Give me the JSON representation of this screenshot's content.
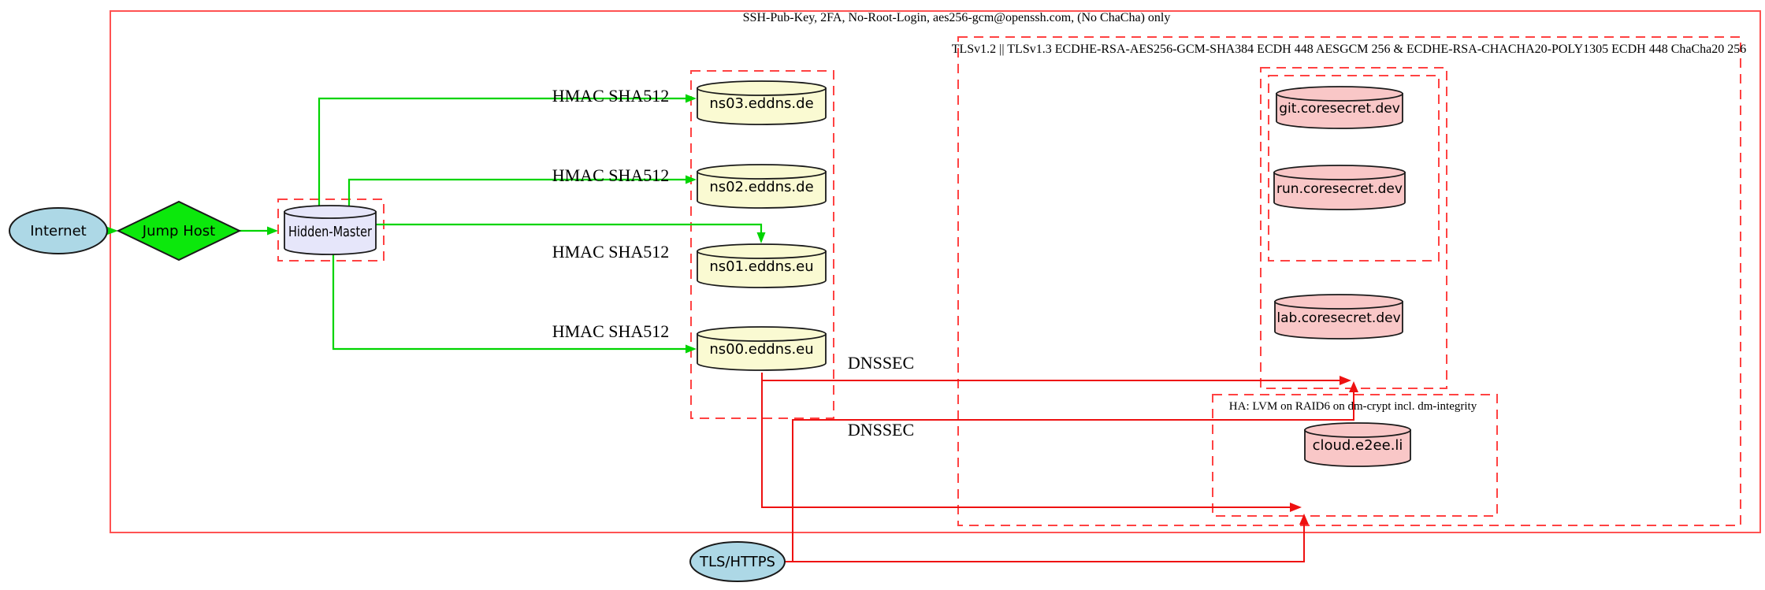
{
  "clusters": {
    "ssh": {
      "label": "SSH-Pub-Key, 2FA, No-Root-Login, aes256-gcm@openssh.com, (No ChaCha) only"
    },
    "tls": {
      "label": "TLSv1.2 || TLSv1.3 ECDHE-RSA-AES256-GCM-SHA384 ECDH 448 AESGCM 256 & ECDHE-RSA-CHACHA20-POLY1305 ECDH 448 ChaCha20 256"
    },
    "ha": {
      "label": "HA: LVM on RAID6 on dm-crypt incl. dm-integrity"
    }
  },
  "nodes": {
    "internet": {
      "label": "Internet"
    },
    "jump_host": {
      "label": "Jump Host"
    },
    "hidden_master": {
      "label": "Hidden-Master"
    },
    "ns03": {
      "label": "ns03.eddns.de"
    },
    "ns02": {
      "label": "ns02.eddns.de"
    },
    "ns01": {
      "label": "ns01.eddns.eu"
    },
    "ns00": {
      "label": "ns00.eddns.eu"
    },
    "git": {
      "label": "git.coresecret.dev"
    },
    "run": {
      "label": "run.coresecret.dev"
    },
    "lab": {
      "label": "lab.coresecret.dev"
    },
    "cloud": {
      "label": "cloud.e2ee.li"
    },
    "tls_https": {
      "label": "TLS/HTTPS"
    }
  },
  "edge_labels": {
    "hmac": "HMAC SHA512",
    "dnssec": "DNSSEC"
  },
  "colors": {
    "node_blue": "#ADD8E6",
    "node_green": "#0CE80C",
    "node_lavender": "#E6E6FA",
    "node_yellow": "#FAFAD2",
    "node_pink": "#F9C7C7",
    "edge_green": "#00D400",
    "edge_red": "#EE1111",
    "cluster_red": "#FF4242",
    "outer_red": "#FF5252",
    "node_stroke": "#1A1A1A"
  }
}
